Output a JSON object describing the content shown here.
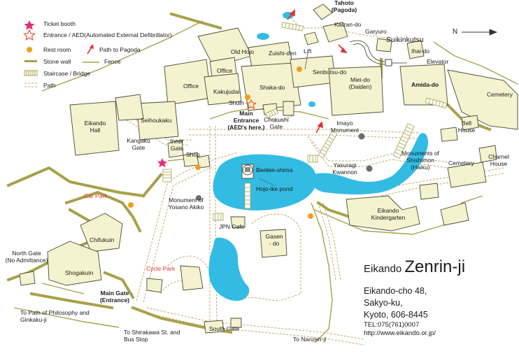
{
  "legend": {
    "ticket_booth": "Ticket booth",
    "entrance_aed": "Entrance / AED(Automated External Defibrillator)",
    "rest_room": "Rest room",
    "path_to_pagoda": "Path to Pagoda",
    "stone_wall": "Stone wall",
    "fence": "Fence",
    "staircase_bridge": "Staircase / Bridge",
    "path": "Path"
  },
  "north": "N",
  "labels": {
    "tahoto": "Tahoto\n(Pagoda)",
    "kaizan_do": "Kaizan-do",
    "garyuro": "Garyuro",
    "suikinkutsu": "Suikinkutsu",
    "ihai_do": "Ihai-do",
    "elevator": "Elevator",
    "amida_do": "Amida-do",
    "cemetery_right": "Cemetery",
    "old_hojo": "Old Hojo",
    "zuishi_den": "Zuishi-den",
    "lift": "Lift",
    "office_top": "Office",
    "office_left": "Office",
    "senbutsu_do": "Senbutsu-do",
    "miei_do": "Miei-do\n(Daiden)",
    "kakujudai": "Kakujudai",
    "shaka_do": "Shaka-do",
    "shuin": "Shuin",
    "main_entrance": "Main\nEntrance\n(AED's here.)",
    "chokushi_gate": "Chokushi\nGate",
    "imayo_monument": "Imayo\nMonument",
    "bell_house": "Bell\nHouse",
    "eikando_hall": "Eikando\nHall",
    "seihoukaku": "Seihoukaku",
    "kangaku_gate": "Kangaku\nGate",
    "inner_gate": "Inner\nGate",
    "shop": "Shop",
    "benten_shima": "Benten-shima",
    "hojo_ike_pond": "Hojo-ike pond",
    "yasuragi_kwannon": "Yasuragi\nKwannon",
    "monuments_shishimon": "Monuments of\nShishimon\n(Haiku)",
    "cemetery_mid": "Cemetery",
    "charnel_house": "Charnel\nHouse",
    "car_park": "Car Park",
    "monument_yosano": "Monument of\nYosano Akiko",
    "eikando_kindergarten": "Eikando\nKindergarten",
    "jpn_cafe": "JPN Cafe",
    "gasen_do": "Gasen\n- do",
    "chifukuin": "Chifukuin",
    "north_gate": "North Gate\n(No Admittance)",
    "shogakuin": "Shogakuin",
    "cycle_park": "Cycle Park",
    "main_gate": "Main Gate\n(Entrance)",
    "to_path_philosophy": "To Path of Philosophy and\nGinkaku-ji",
    "south_gate": "South Gate",
    "to_shirakawa": "To Shirakawa St. and\nBus Stop",
    "to_nanzen_ji": "To Nanzen-ji"
  },
  "title": {
    "prefix": "Eikando ",
    "name": "Zenrin-ji"
  },
  "address": {
    "line1": "Eikando-cho 48,",
    "line2": "Sakyo-ku,",
    "line3": "Kyoto, 606-8445",
    "tel": "TEL:075(761)0007",
    "url": "http://www.eikando.or.jp/"
  },
  "colors": {
    "building_fill": "#f5f2cf",
    "building_stroke": "#4a4a30",
    "wall": "#a9a14a",
    "path": "#c9a56b",
    "water": "#33bce3",
    "restroom": "#f0a01e",
    "ticket": "#e0307a",
    "entrance": "#e05a30",
    "pagoda_arrow": "#e03030"
  }
}
